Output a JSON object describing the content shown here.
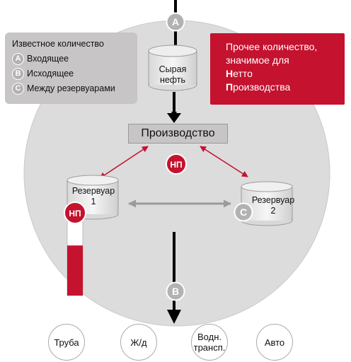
{
  "legend": {
    "title": "Известное количество",
    "items": [
      {
        "badge": "A",
        "label": "Входящее"
      },
      {
        "badge": "B",
        "label": "Исходящее"
      },
      {
        "badge": "C",
        "label": "Между резервуарами"
      }
    ]
  },
  "note": {
    "line1": "Прочее количество,",
    "line2": "значимое для",
    "line3_bold": "Н",
    "line3_rest": "етто",
    "line4_bold": "П",
    "line4_rest": "роизводства"
  },
  "crude": {
    "line1": "Сырая",
    "line2": "нефть"
  },
  "production": {
    "label": "Производство"
  },
  "tank1": {
    "line1": "Резервуар",
    "line2": "1"
  },
  "tank2": {
    "line1": "Резервуар",
    "line2": "2"
  },
  "badges": {
    "a": "A",
    "b": "B",
    "c": "C",
    "np": "НП"
  },
  "gauge": {
    "fill_fraction": 0.6
  },
  "transport": [
    {
      "line1": "Труба",
      "line2": ""
    },
    {
      "line1": "Ж/д",
      "line2": ""
    },
    {
      "line1": "Водн.",
      "line2": "трансп."
    },
    {
      "line1": "Авто",
      "line2": ""
    }
  ],
  "colors": {
    "accent": "#c4122f",
    "gray": "#c7c5c5",
    "badge_gray": "#b3b1b1"
  }
}
